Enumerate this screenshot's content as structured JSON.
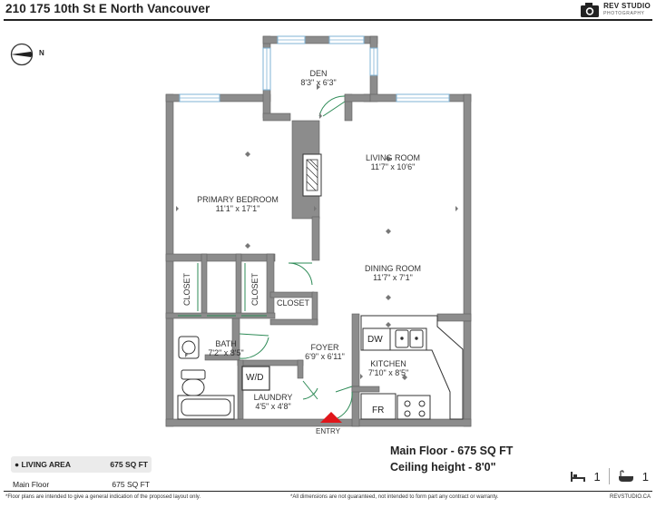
{
  "header": {
    "address": "210 175 10th St E North Vancouver",
    "brand_name": "REV STUDIO",
    "brand_sub": "PHOTOGRAPHY"
  },
  "compass": {
    "label": "N"
  },
  "rooms": {
    "den": {
      "name": "DEN",
      "dims": "8'3\" x 6'3\""
    },
    "living": {
      "name": "LIVING ROOM",
      "dims": "11'7\" x 10'6\""
    },
    "primary_bedroom": {
      "name": "PRIMARY BEDROOM",
      "dims": "11'1\" x 17'1\""
    },
    "dining": {
      "name": "DINING ROOM",
      "dims": "11'7\" x 7'1\""
    },
    "bath": {
      "name": "BATH",
      "dims": "7'2\" x 8'5\""
    },
    "foyer": {
      "name": "FOYER",
      "dims": "6'9\" x 6'11\""
    },
    "kitchen": {
      "name": "KITCHEN",
      "dims": "7'10\" x 8'5\""
    },
    "laundry": {
      "name": "LAUNDRY",
      "dims": "4'5\" x 4'8\""
    },
    "closet_left": "CLOSET",
    "closet_mid": "CLOSET",
    "closet_right": "CLOSET"
  },
  "fixtures": {
    "dw": "DW",
    "wd": "W/D",
    "fr": "FR"
  },
  "entry_label": "ENTRY",
  "areas": {
    "header_label": "LIVING AREA",
    "header_value": "675 SQ FT",
    "rows": [
      {
        "label": "Main Floor",
        "value": "675 SQ FT"
      }
    ]
  },
  "floor_info": {
    "line1": "Main Floor - 675 SQ FT",
    "line2": "Ceiling height - 8'0\""
  },
  "legend": {
    "beds": "1",
    "baths": "1"
  },
  "footer": {
    "left": "*Floor plans are intended to give a general indication of the proposed layout only.",
    "middle": "*All dimensions are not guaranteed, not intended to form part any contract or warranty.",
    "right": "REVSTUDIO.CA"
  },
  "colors": {
    "wall": "#8c8c8c",
    "wall_edge": "#5f5f5f",
    "window": "#7fb3d5",
    "door": "#2e8b57",
    "entry": "#e0161b"
  }
}
